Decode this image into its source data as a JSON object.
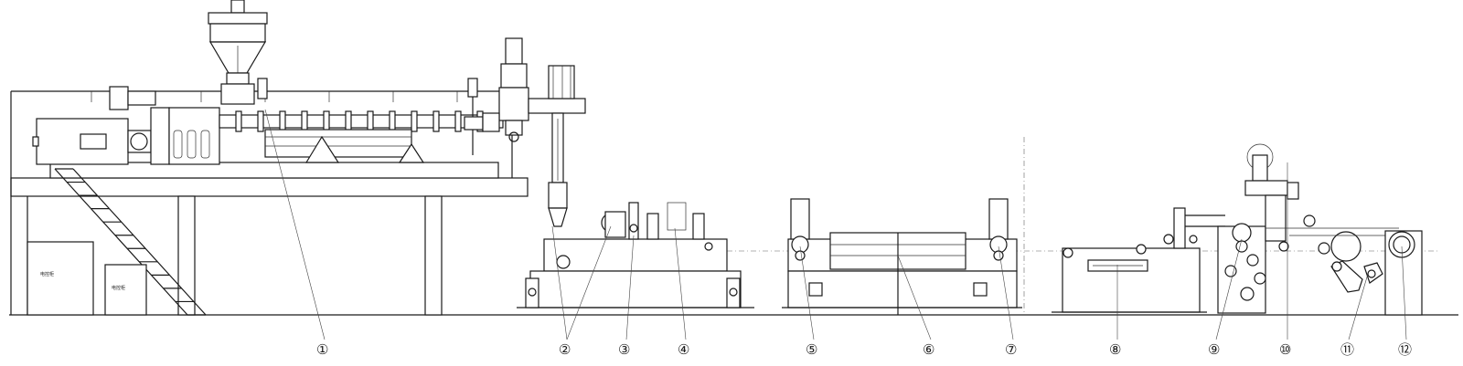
{
  "diagram": {
    "callouts": [
      "①",
      "②",
      "③",
      "④",
      "⑤",
      "⑥",
      "⑦",
      "⑧",
      "⑨",
      "⑩",
      "⑪",
      "⑫"
    ],
    "cabinet_labels": [
      "电控柜",
      "电控柜"
    ]
  }
}
